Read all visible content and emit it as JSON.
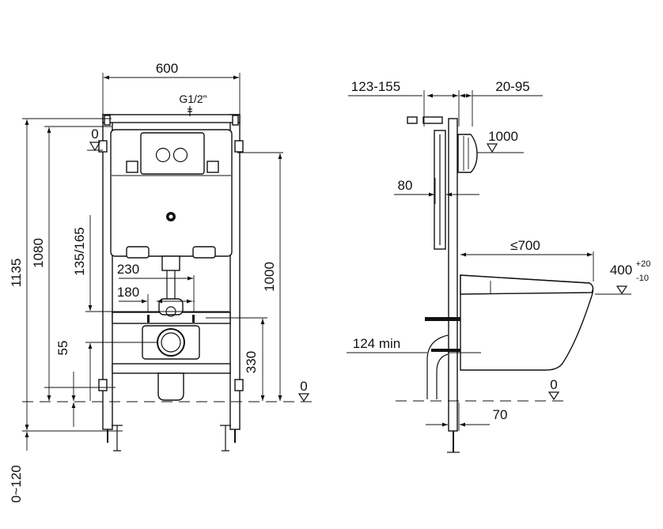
{
  "front_view": {
    "width": "600",
    "inlet": "G1/2\"",
    "height_total": "1135",
    "height_frame": "1080",
    "outlet_range": "135/165",
    "spacing_outer": "230",
    "spacing_inner": "180",
    "offset_bottom": "55",
    "button_height": "1000",
    "bolt_height": "330",
    "zero_label": "0",
    "floor_adjust": "0~120"
  },
  "side_view": {
    "depth_range": "123-155",
    "wall_range": "20-95",
    "button_level": "1000",
    "frame_depth": "80",
    "bowl_length": "≤700",
    "seat_height": "400",
    "seat_tol_plus": "+20",
    "seat_tol_minus": "-10",
    "drain_min": "124 min",
    "zero_label": "0",
    "drain_offset": "70"
  }
}
